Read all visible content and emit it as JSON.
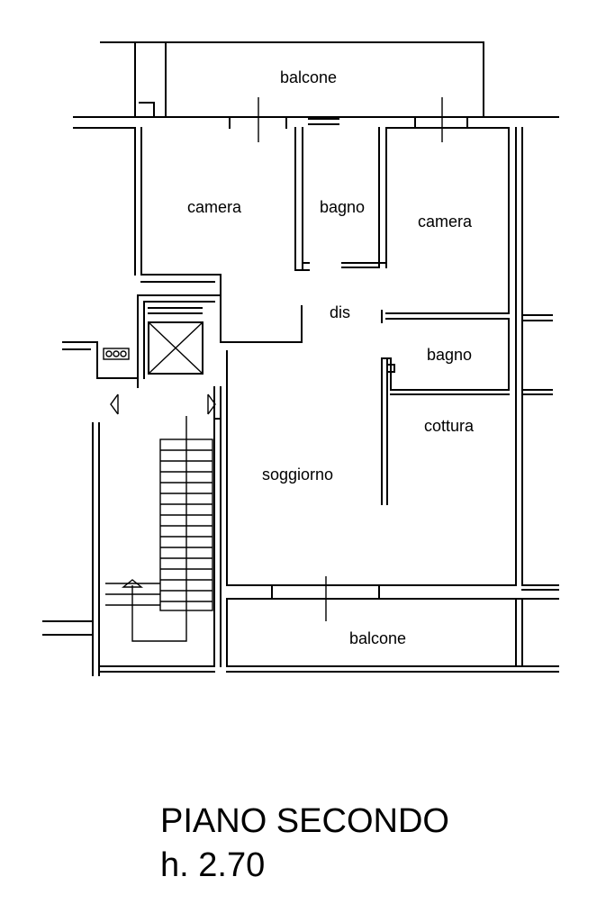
{
  "rooms": {
    "balcone_top": "balcone",
    "camera_left": "camera",
    "bagno_top": "bagno",
    "camera_right": "camera",
    "dis": "dis",
    "bagno_right": "bagno",
    "cottura": "cottura",
    "soggiorno": "soggiorno",
    "balcone_bottom": "balcone"
  },
  "caption": {
    "title": "PIANO SECONDO",
    "height": "h. 2.70"
  }
}
